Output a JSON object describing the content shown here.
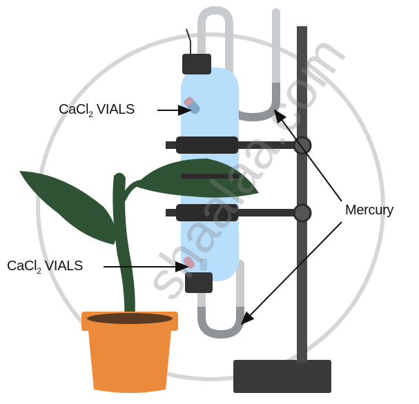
{
  "labels": {
    "vial_top": {
      "prefix": "CaCl",
      "subscript": "2",
      "suffix": " VIALS"
    },
    "vial_bottom": {
      "prefix": "CaCl",
      "subscript": "2",
      "suffix": " VIALS"
    },
    "mercury": "Mercury"
  },
  "watermark": "shaalaa.com",
  "colors": {
    "tube": "#b7defa",
    "stand": "#3a3a3a",
    "leaf": "#2f5134",
    "pot": "#ec8a3c",
    "mercury": "#8f9499",
    "glass": "#c9cccf"
  }
}
